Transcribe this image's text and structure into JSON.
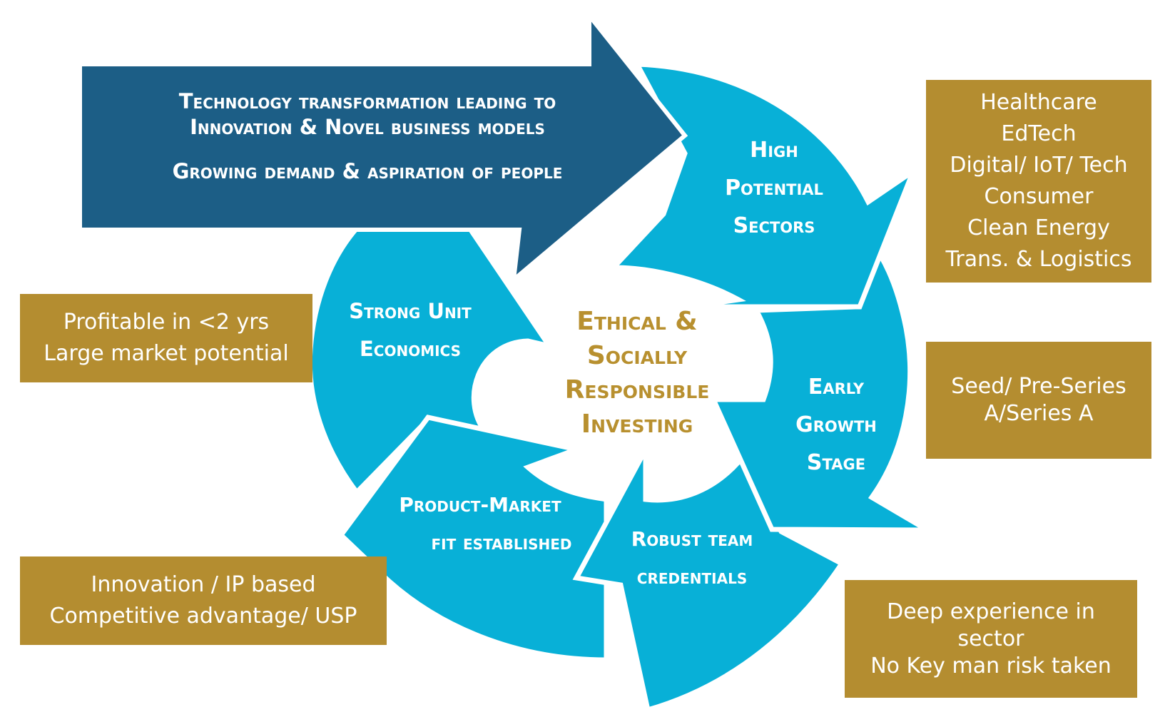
{
  "drivers": {
    "line1": "Technology transformation leading to",
    "line2": "Innovation & Novel business models",
    "line3": "Growing demand & aspiration of people"
  },
  "center": {
    "line1": "Ethical &",
    "line2": "Socially",
    "line3": "Responsible",
    "line4": "Investing"
  },
  "segments": {
    "sectors": {
      "line1": "High",
      "line2": "Potential",
      "line3": "Sectors"
    },
    "stage": {
      "line1": "Early",
      "line2": "Growth",
      "line3": "Stage"
    },
    "team": {
      "line1": "Robust team",
      "line2": "credentials"
    },
    "pmf": {
      "line1": "Product-Market",
      "line2": "fit established"
    },
    "economics": {
      "line1": "Strong Unit",
      "line2": "Economics"
    }
  },
  "boxes": {
    "sectors": [
      "Healthcare",
      "EdTech",
      "Digital/ IoT/ Tech",
      "Consumer",
      "Clean Energy",
      "Trans. & Logistics"
    ],
    "stage": [
      "Seed/ Pre-Series",
      "A/Series A"
    ],
    "team": [
      "Deep experience in",
      "sector",
      "No Key man risk taken"
    ],
    "economics": [
      "Profitable in <2 yrs",
      "Large market potential"
    ],
    "pmf": [
      "Innovation / IP based",
      "Competitive advantage/ USP"
    ]
  },
  "colors": {
    "cycle": "#08b0d7",
    "driver_arrow": "#1c5e86",
    "gold": "#b48d30",
    "center_text": "#b8902f"
  }
}
